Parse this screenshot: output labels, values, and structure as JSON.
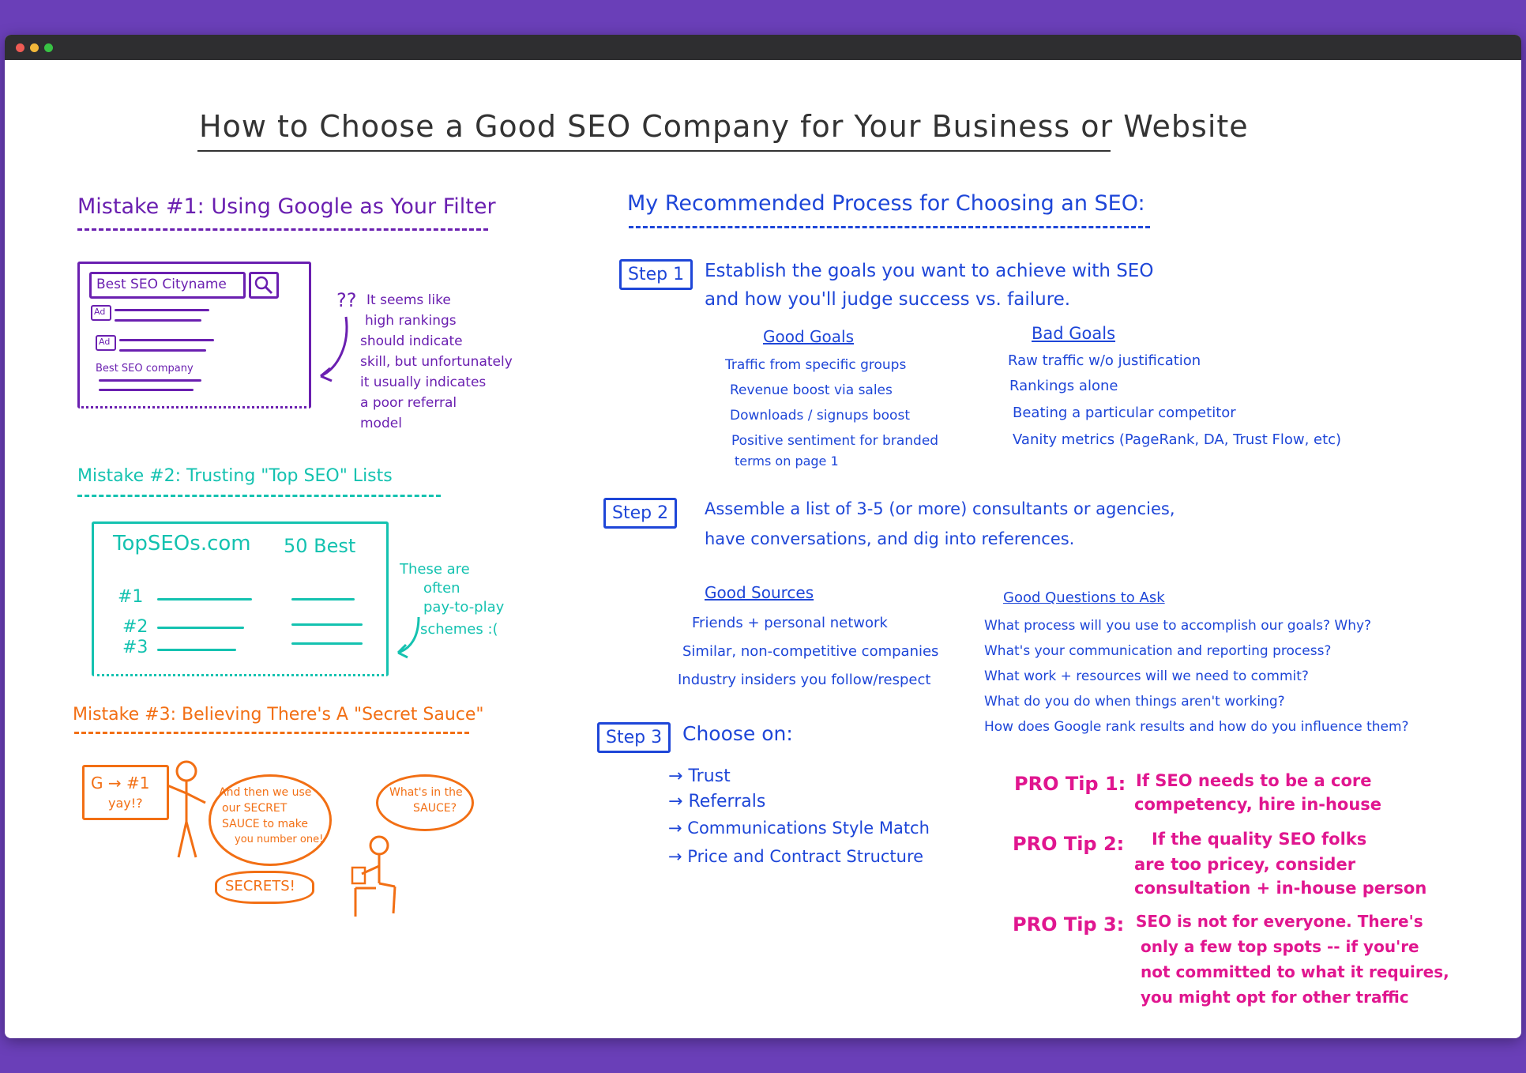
{
  "title": "How to Choose a Good SEO Company for Your Business or Website",
  "colors": {
    "frame": "#6a3fb8",
    "mistake1": "#6a1fb0",
    "mistake2": "#14c2b0",
    "mistake3": "#f26f14",
    "process": "#1e46d8",
    "protips": "#e0168f"
  },
  "mistake1": {
    "heading": "Mistake #1: Using Google as Your Filter",
    "search_text": "Best SEO Cityname",
    "ad1": "Ad",
    "ad2": "Ad",
    "result": "Best SEO company",
    "note_marks": "??",
    "note_lines": [
      "It seems like",
      "high rankings",
      "should indicate",
      "skill, but unfortunately",
      "it usually indicates",
      "a poor referral",
      "model"
    ]
  },
  "mistake2": {
    "heading": "Mistake #2: Trusting \"Top SEO\" Lists",
    "site": "TopSEOs.com",
    "best": "50 Best",
    "ranks": [
      "#1",
      "#2",
      "#3"
    ],
    "note_lines": [
      "These are",
      "often",
      "pay-to-play",
      "schemes :("
    ]
  },
  "mistake3": {
    "heading": "Mistake #3: Believing There's A \"Secret Sauce\"",
    "sign_line1": "G → #1",
    "sign_line2": "yay!?",
    "bubble1": [
      "And then we use",
      "our SECRET",
      "SAUCE to make",
      "you number one!"
    ],
    "bubble2": [
      "What's in the",
      "SAUCE?"
    ],
    "secrets": "SECRETS!"
  },
  "process": {
    "heading": "My Recommended Process for Choosing an SEO:",
    "step1": {
      "label": "Step 1",
      "text_line1": "Establish the goals you want to achieve with SEO",
      "text_line2": "and how you'll judge success vs. failure.",
      "good_title": "Good Goals",
      "good": [
        "Traffic from specific groups",
        "Revenue boost via sales",
        "Downloads / signups boost",
        "Positive sentiment for branded",
        "terms on page 1"
      ],
      "bad_title": "Bad Goals",
      "bad": [
        "Raw traffic w/o justification",
        "Rankings alone",
        "Beating a particular competitor",
        "Vanity metrics (PageRank, DA, Trust Flow, etc)"
      ]
    },
    "step2": {
      "label": "Step 2",
      "text_line1": "Assemble a list of 3-5 (or more) consultants or agencies,",
      "text_line2": "have conversations, and dig into references.",
      "sources_title": "Good Sources",
      "sources": [
        "Friends + personal network",
        "Similar, non-competitive companies",
        "Industry insiders you follow/respect"
      ],
      "questions_title": "Good Questions to Ask",
      "questions": [
        "What process will you use to accomplish our goals? Why?",
        "What's your communication and reporting process?",
        "What work + resources will we need to commit?",
        "What do you do when things aren't working?",
        "How does Google rank results and how do you influence them?"
      ]
    },
    "step3": {
      "label": "Step 3",
      "text": "Choose on:",
      "items": [
        "Trust",
        "Referrals",
        "Communications Style Match",
        "Price and Contract Structure"
      ]
    }
  },
  "protips": [
    {
      "label": "PRO Tip 1:",
      "lines": [
        "If SEO needs to be a core",
        "competency, hire in-house"
      ]
    },
    {
      "label": "PRO Tip 2:",
      "lines": [
        "If the quality SEO folks",
        "are too pricey, consider",
        "consultation + in-house person"
      ]
    },
    {
      "label": "PRO Tip 3:",
      "lines": [
        "SEO is not for everyone. There's",
        "only a few top spots -- if you're",
        "not committed to what it requires,",
        "you might opt for other traffic"
      ]
    }
  ]
}
